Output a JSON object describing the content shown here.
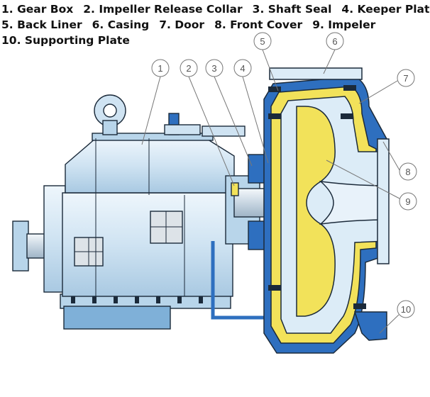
{
  "legend": {
    "items": [
      "1. Gear Box",
      "2. Impeller Release Collar",
      "3. Shaft Seal",
      "4. Keeper Plate",
      "5. Back Liner",
      "6. Casing",
      "7. Door",
      "8. Front Cover",
      "9. Impeler",
      "10. Supporting Plate"
    ]
  },
  "callouts": [
    "1",
    "2",
    "3",
    "4",
    "5",
    "6",
    "7",
    "8",
    "9",
    "10"
  ],
  "colors": {
    "casing_blue": "#2e6fbf",
    "liner_yellow": "#f2e25a",
    "body_light": "#dcecf7",
    "body_mid": "#b8d5ea",
    "outline": "#1b2a3a",
    "callout": "#777777"
  }
}
